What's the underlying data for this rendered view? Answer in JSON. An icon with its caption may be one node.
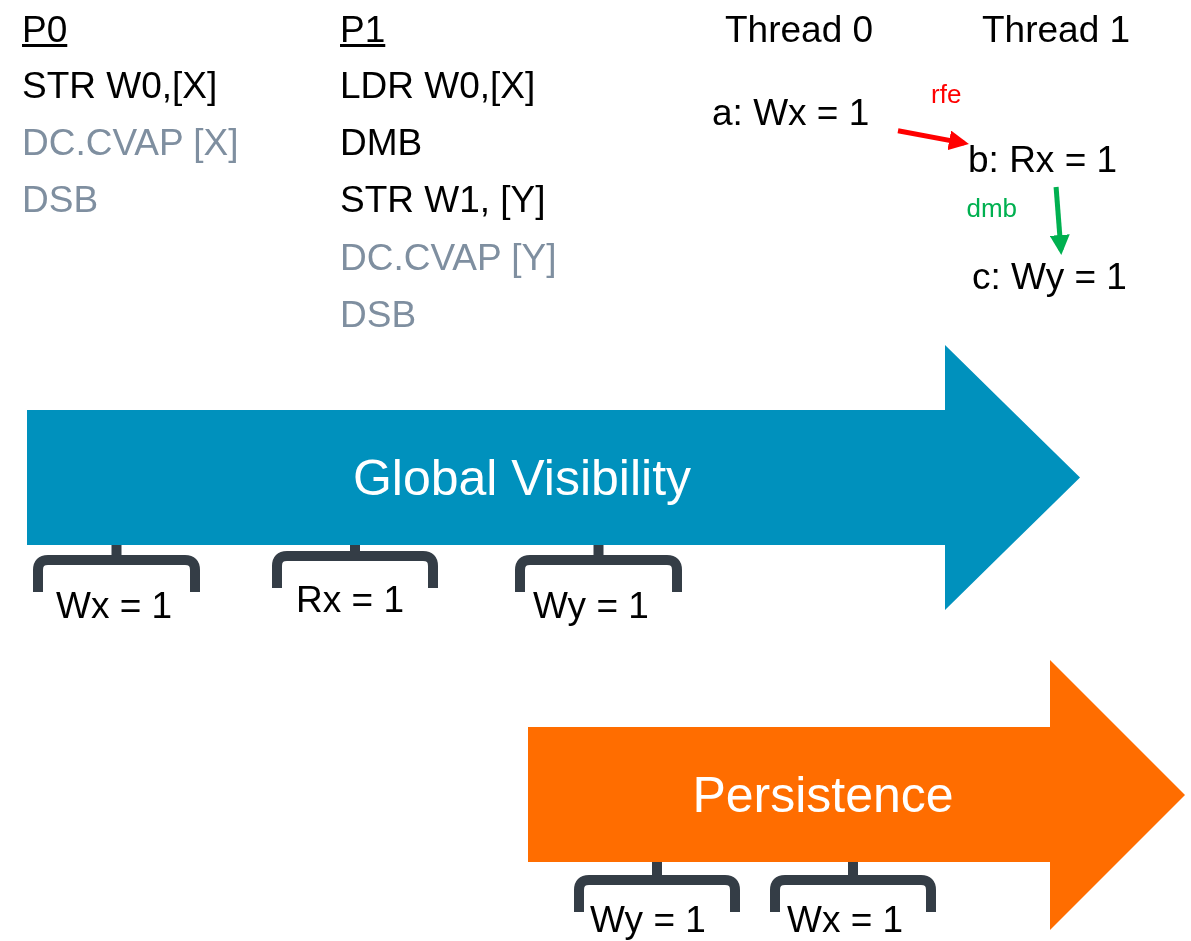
{
  "diagram": {
    "nodes": [
      {
        "text": [
          "a: Wx = 1"
        ]
      },
      {
        "text": [
          "b: Rx = 1"
        ]
      },
      {
        "text": [
          "c: Wy = 1"
        ]
      },
      {
        "text": [
          "Global Visibility"
        ]
      },
      {
        "text": [
          "Persistence"
        ]
      }
    ],
    "edges": [
      {
        "from": 0,
        "to": 1,
        "arrow": "to",
        "label": "rfe",
        "color": "#ff0000"
      },
      {
        "from": 1,
        "to": 2,
        "arrow": "to",
        "label": "dmb",
        "color": "#00b050"
      }
    ],
    "labels": [
      "P0",
      "STR W0,[X]",
      "DC.CVAP [X]",
      "DSB",
      "P1",
      "LDR W0,[X]",
      "DMB",
      "STR W1, [Y]",
      "DC.CVAP [Y]",
      "DSB",
      "Thread 0",
      "Thread 1",
      "Wx = 1",
      "Rx = 1",
      "Wy = 1",
      "Wy = 1",
      "Wx = 1"
    ]
  }
}
